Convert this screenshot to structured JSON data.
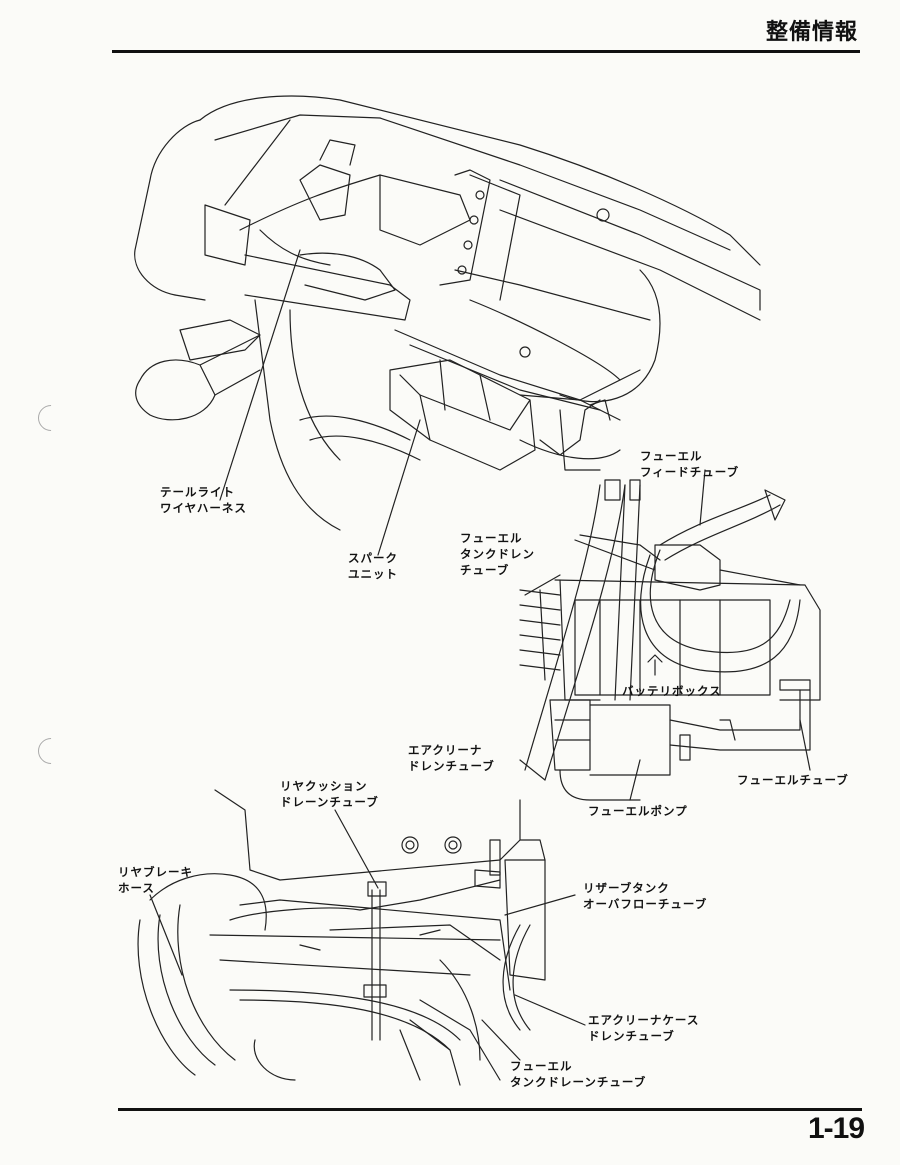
{
  "header": {
    "title": "整備情報"
  },
  "footer": {
    "page_number": "1-19"
  },
  "figure_top": {
    "labels": {
      "tail_light": [
        "テールライト",
        "ワイヤハーネス"
      ],
      "spark_unit": [
        "スパーク",
        "ユニット"
      ]
    }
  },
  "figure_middle": {
    "labels": {
      "fuel_feed": [
        "フューエル",
        "フィードチューブ"
      ],
      "tank_drain": [
        "フューエル",
        "タンクドレン",
        "チューブ"
      ],
      "battery_box": "バッテリボックス",
      "air_cleaner_drain": [
        "エアクリーナ",
        "ドレンチューブ"
      ],
      "fuel_tube": "フューエルチューブ",
      "fuel_pump": "フューエルポンプ"
    }
  },
  "figure_bottom": {
    "labels": {
      "rear_cushion": [
        "リヤクッション",
        "ドレーンチューブ"
      ],
      "rear_brake": [
        "リヤブレーキ",
        "ホース"
      ],
      "reserve_tank": [
        "リザーブタンク",
        "オーバフローチューブ"
      ],
      "air_cleaner_case": [
        "エアクリーナケース",
        "ドレンチューブ"
      ],
      "fuel_tank_drain": [
        "フューエル",
        "タンクドレーンチューブ"
      ]
    }
  }
}
